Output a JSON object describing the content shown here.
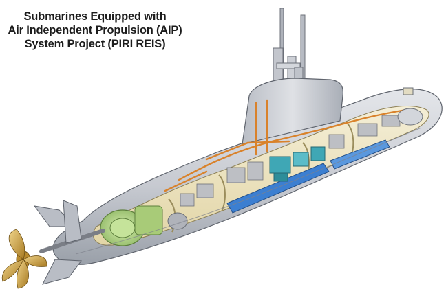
{
  "title": {
    "lines": [
      "Submarines Equipped with",
      "Air Independent Propulsion (AIP)",
      "System Project (PIRI REIS)"
    ]
  },
  "colors": {
    "hull_gray": "#c9ccd3",
    "hull_dark": "#8e939c",
    "interior_cream": "#efe6c6",
    "engine_green": "#b9d88a",
    "pipe_orange": "#d9822b",
    "machinery_teal": "#3fa7b5",
    "battery_blue": "#3c7fd1",
    "propeller_gold": "#c99a3a"
  },
  "icons": {
    "propeller": "propeller-icon",
    "masts": "mast-icon"
  }
}
